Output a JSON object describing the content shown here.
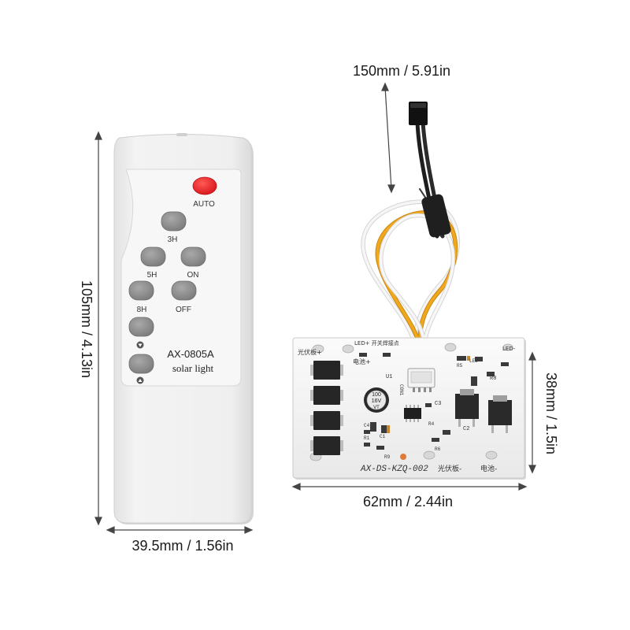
{
  "dimensions": {
    "remote_height": "105mm / 4.13in",
    "remote_width": "39.5mm / 1.56in",
    "cable_length": "150mm / 5.91in",
    "board_width": "62mm / 2.44in",
    "board_height": "38mm / 1.5in"
  },
  "remote": {
    "model": "AX-0805A",
    "subtitle": "solar light",
    "buttons": {
      "auto": "AUTO",
      "h3": "3H",
      "h5": "5H",
      "on": "ON",
      "h8": "8H",
      "off": "OFF"
    },
    "colors": {
      "body": "#ececec",
      "button": "#8f8f8f",
      "auto_button": "#e8262a"
    }
  },
  "board": {
    "silkscreen_bottom": "AX-DS-KZQ-002",
    "solar_panel_minus": "光伏板-",
    "battery_minus": "电池-",
    "solar_panel_plus": "光伏板+",
    "battery_plus": "电池+",
    "led_plus_switch": "LED+ 开关焊接点",
    "led_minus": "LED-",
    "cap_value": "100",
    "cap_voltage": "16V",
    "cap_vt": "VT",
    "labels": {
      "u1": "U1",
      "con": "CON1",
      "c1": "C1",
      "c2": "C2",
      "c3": "C3",
      "c4": "C4",
      "r1": "R1",
      "r4": "R4",
      "r5": "R5",
      "r6": "R6",
      "r8": "R8",
      "r9": "R9",
      "led": "LED"
    },
    "colors": {
      "pcb": "#f3f3f3",
      "chip": "#2b2b2b",
      "wire_yellow": "#f2a81d",
      "wire_white": "#e8e8e8"
    }
  }
}
